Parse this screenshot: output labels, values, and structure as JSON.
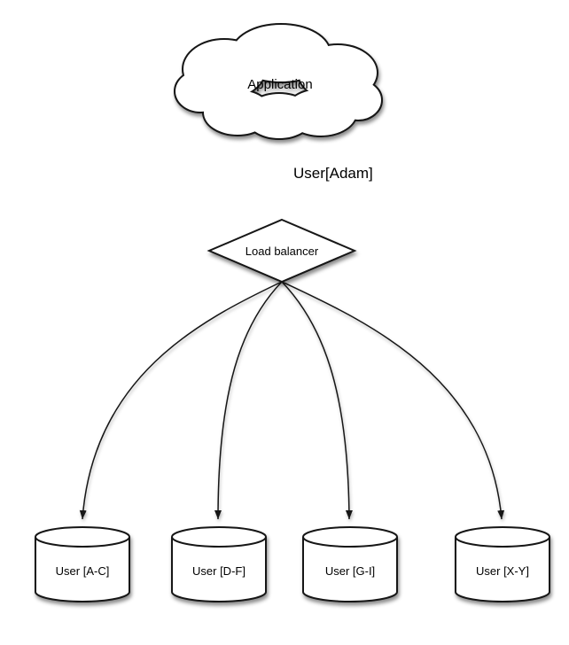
{
  "diagram": {
    "nodes": {
      "application": {
        "label": "Application",
        "shape": "cloud"
      },
      "load_balancer": {
        "label": "Load balancer",
        "shape": "diamond"
      },
      "shard_ac": {
        "label": "User [A-C]",
        "shape": "cylinder"
      },
      "shard_df": {
        "label": "User [D-F]",
        "shape": "cylinder"
      },
      "shard_gi": {
        "label": "User [G-I]",
        "shape": "cylinder"
      },
      "shard_xy": {
        "label": "User [X-Y]",
        "shape": "cylinder"
      }
    },
    "edges": {
      "app_to_lb": {
        "from": "application",
        "to": "load_balancer",
        "label": "User[Adam]"
      },
      "lb_to_shard_ac": {
        "from": "load_balancer",
        "to": "shard_ac",
        "label": ""
      },
      "lb_to_shard_df": {
        "from": "load_balancer",
        "to": "shard_df",
        "label": ""
      },
      "lb_to_shard_gi": {
        "from": "load_balancer",
        "to": "shard_gi",
        "label": ""
      },
      "lb_to_shard_xy": {
        "from": "load_balancer",
        "to": "shard_xy",
        "label": ""
      }
    },
    "colors": {
      "stroke": "#141414",
      "fill": "#ffffff",
      "background": "#ffffff",
      "text": "#000000",
      "shadow": "rgba(0,0,0,0.45)"
    }
  }
}
